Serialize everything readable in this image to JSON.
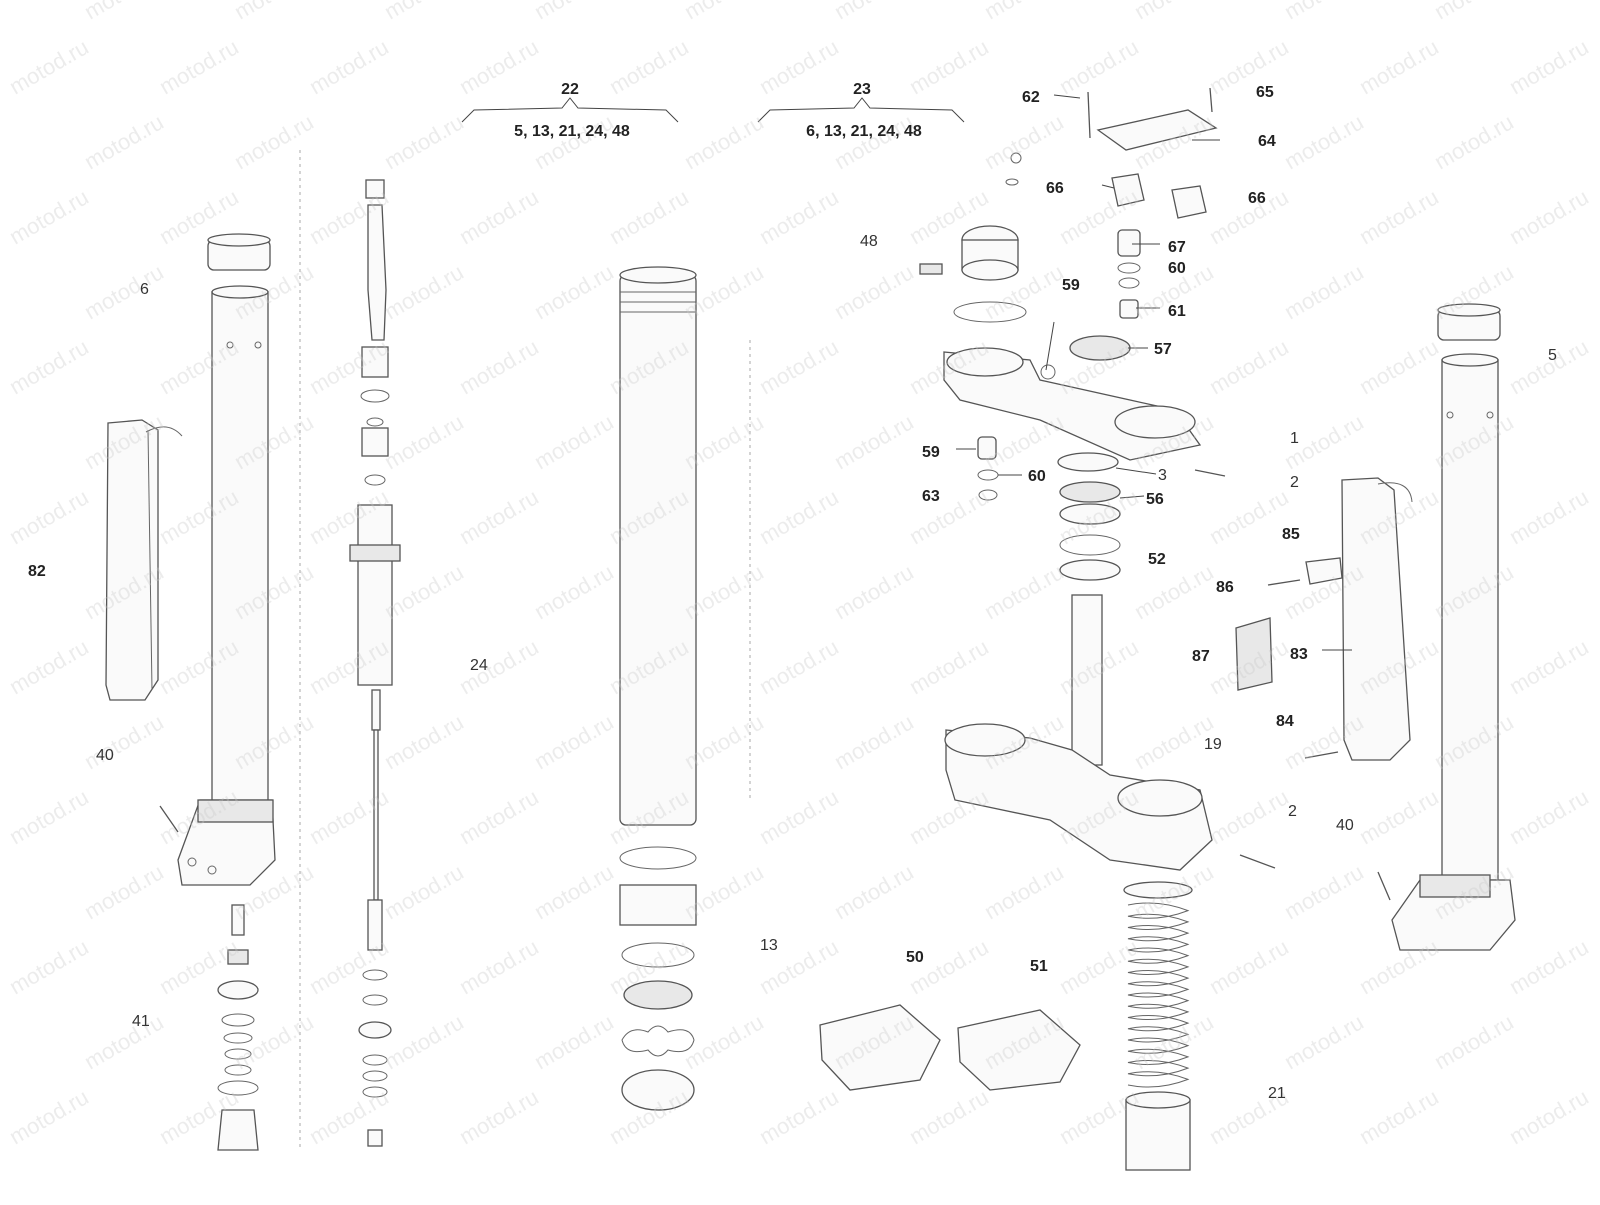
{
  "watermark": "motod.ru",
  "groups": [
    {
      "id": "22",
      "members": "5, 13, 21, 24, 48"
    },
    {
      "id": "23",
      "members": "6, 13, 21, 24, 48"
    }
  ],
  "callouts": [
    {
      "text": "62",
      "bold": true
    },
    {
      "text": "65",
      "bold": true
    },
    {
      "text": "64",
      "bold": true
    },
    {
      "text": "66",
      "bold": true
    },
    {
      "text": "66",
      "bold": true
    },
    {
      "text": "48",
      "bold": false
    },
    {
      "text": "67",
      "bold": true
    },
    {
      "text": "60",
      "bold": true
    },
    {
      "text": "59",
      "bold": true
    },
    {
      "text": "61",
      "bold": true
    },
    {
      "text": "57",
      "bold": true
    },
    {
      "text": "6",
      "bold": false
    },
    {
      "text": "5",
      "bold": false
    },
    {
      "text": "1",
      "bold": false
    },
    {
      "text": "59",
      "bold": true
    },
    {
      "text": "60",
      "bold": true
    },
    {
      "text": "3",
      "bold": false
    },
    {
      "text": "2",
      "bold": false
    },
    {
      "text": "63",
      "bold": true
    },
    {
      "text": "56",
      "bold": true
    },
    {
      "text": "82",
      "bold": true
    },
    {
      "text": "85",
      "bold": true
    },
    {
      "text": "52",
      "bold": true
    },
    {
      "text": "86",
      "bold": true
    },
    {
      "text": "87",
      "bold": true
    },
    {
      "text": "83",
      "bold": true
    },
    {
      "text": "24",
      "bold": false
    },
    {
      "text": "84",
      "bold": true
    },
    {
      "text": "19",
      "bold": false
    },
    {
      "text": "40",
      "bold": false
    },
    {
      "text": "2",
      "bold": false
    },
    {
      "text": "40",
      "bold": false
    },
    {
      "text": "13",
      "bold": false
    },
    {
      "text": "50",
      "bold": true
    },
    {
      "text": "51",
      "bold": true
    },
    {
      "text": "41",
      "bold": false
    },
    {
      "text": "21",
      "bold": false
    }
  ]
}
